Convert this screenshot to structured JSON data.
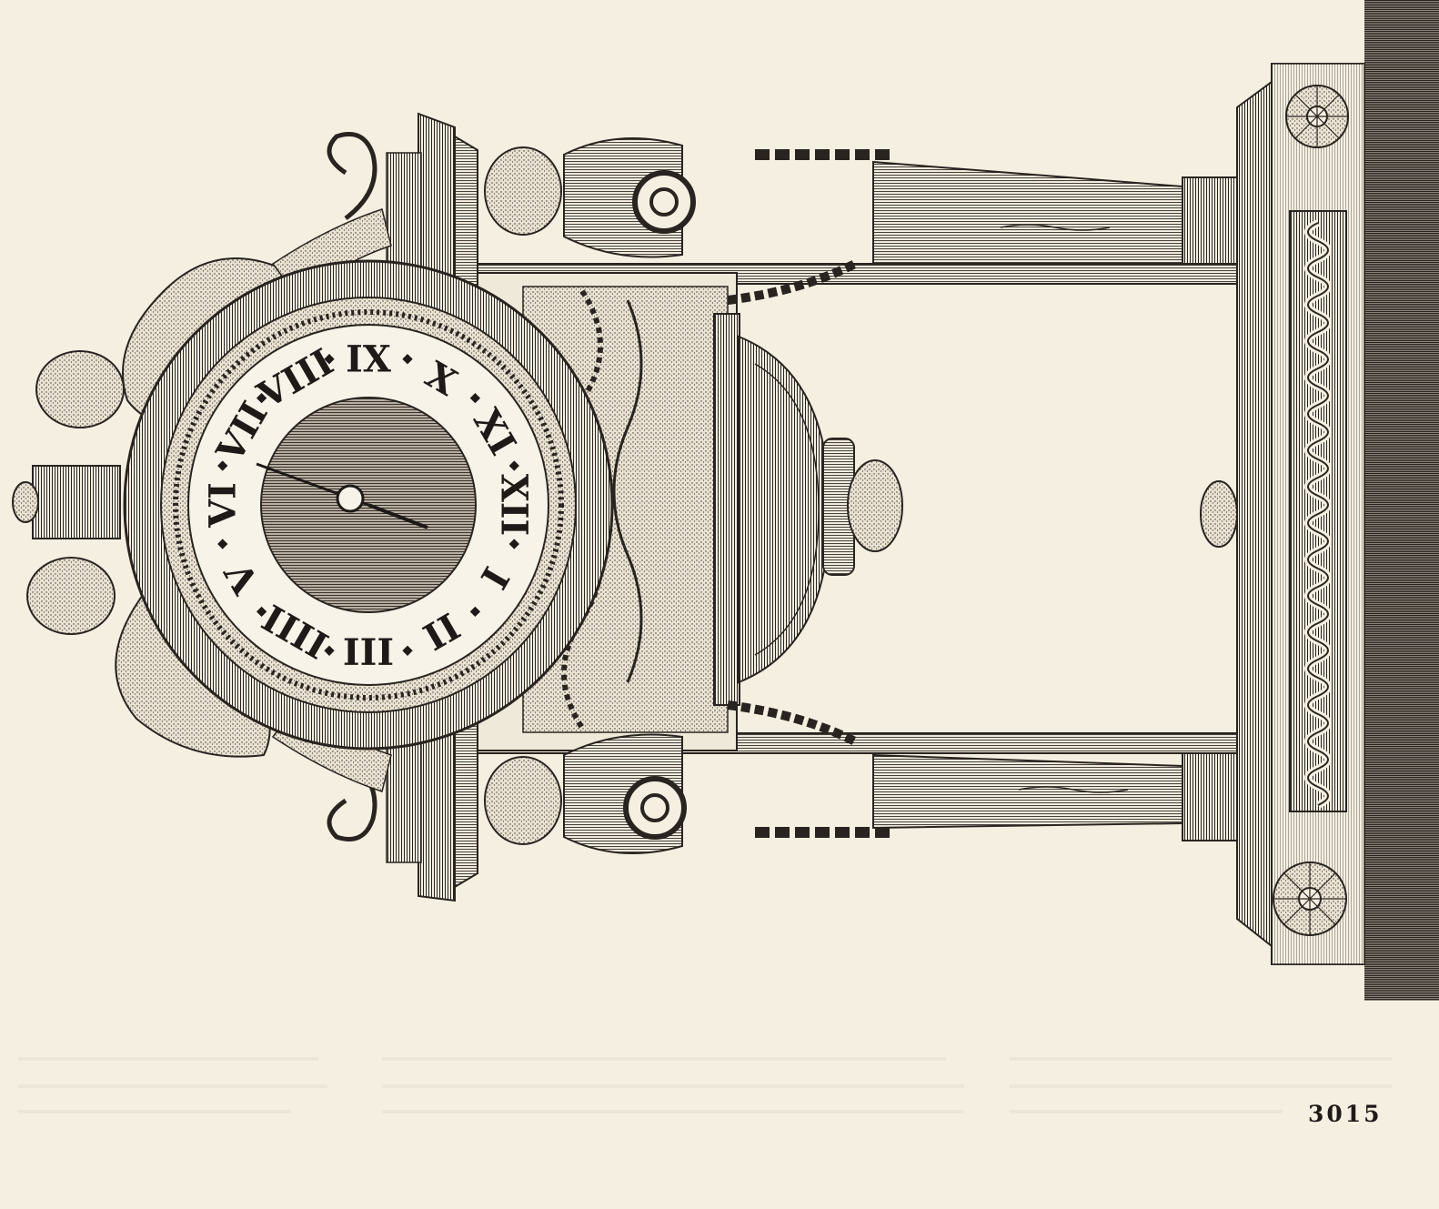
{
  "plate": {
    "number": "3015",
    "ink_color": "#1f1a17",
    "paper_color": "#f4efe1",
    "engraving": "engraved mantel clock with Roman-numeral dial, rotated 90 degrees"
  },
  "dial": {
    "numerals": [
      "I",
      "II",
      "III",
      "IIII",
      "V",
      "VI",
      "VII",
      "VIII",
      "IX",
      "X",
      "XI",
      "XII"
    ]
  }
}
